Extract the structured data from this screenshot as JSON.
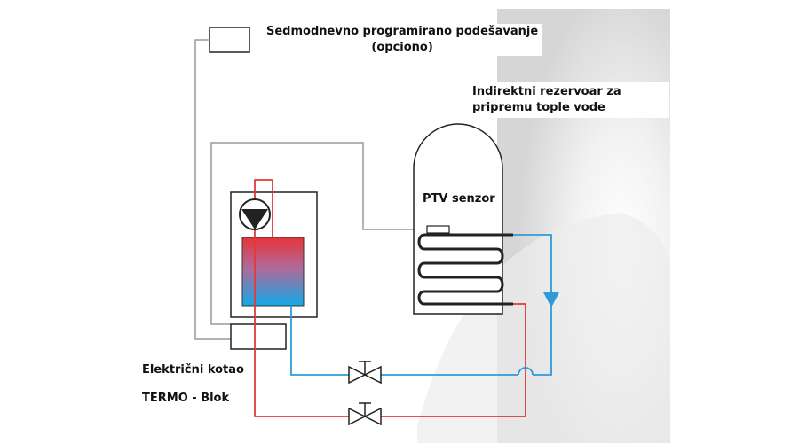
{
  "labels": {
    "programmer_line1": "Sedmodnevno programirano podešavanje",
    "programmer_line2": "(opciono)",
    "tank_line1": "Indirektni rezervoar za",
    "tank_line2": "pripremu tople vode",
    "sensor": "PTV senzor",
    "boiler": "Električni kotao",
    "brand": "TERMO - Blok"
  },
  "colors": {
    "hot_water": "#e03a3a",
    "cold_water": "#2e9bd8",
    "control_wire": "#9a9a9a",
    "outline": "#222222",
    "background_shade": "#d9d9d9"
  },
  "icons": [
    "pump-icon",
    "valve-icon",
    "pipe-crossover-icon",
    "flow-arrow-icon"
  ]
}
